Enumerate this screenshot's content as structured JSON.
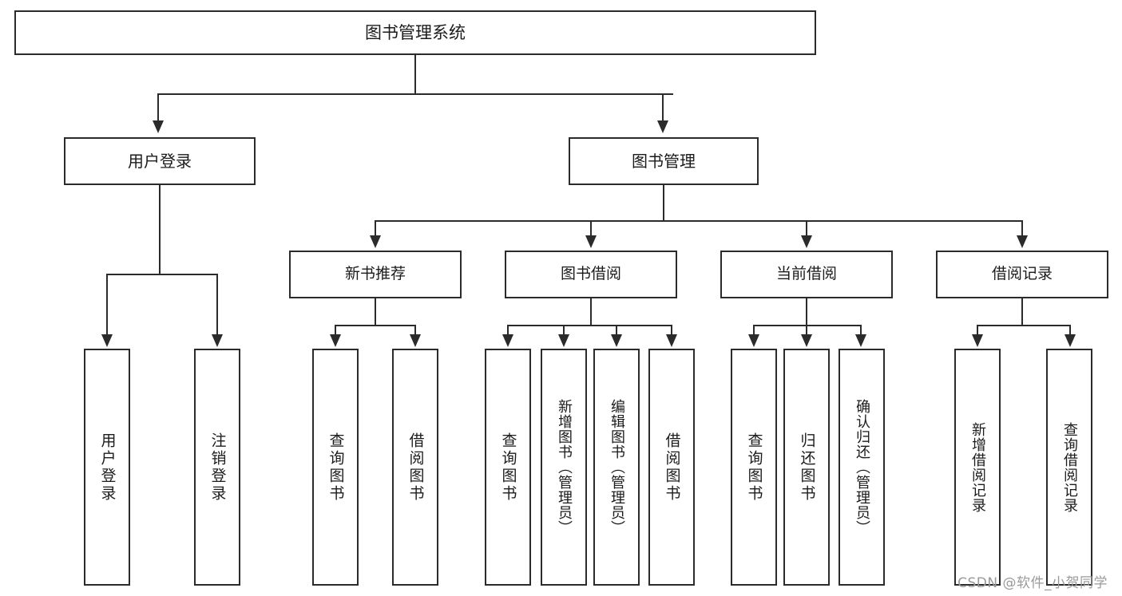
{
  "diagram": {
    "type": "tree",
    "title": "图书管理系统",
    "root": {
      "label": "图书管理系统"
    },
    "level1": [
      {
        "label": "用户登录"
      },
      {
        "label": "图书管理"
      }
    ],
    "level2": [
      {
        "label": "新书推荐"
      },
      {
        "label": "图书借阅"
      },
      {
        "label": "当前借阅"
      },
      {
        "label": "借阅记录"
      }
    ],
    "leaves": {
      "user_login": [
        {
          "label": "用户登录"
        },
        {
          "label": "注销登录"
        }
      ],
      "new_book_recommend": [
        {
          "label": "查询图书"
        },
        {
          "label": "借阅图书"
        }
      ],
      "book_borrow": [
        {
          "label": "查询图书"
        },
        {
          "label": "新增图书（管理员）"
        },
        {
          "label": "编辑图书（管理员）"
        },
        {
          "label": "借阅图书"
        }
      ],
      "current_borrow": [
        {
          "label": "查询图书"
        },
        {
          "label": "归还图书"
        },
        {
          "label": "确认归还（管理员）"
        }
      ],
      "borrow_record": [
        {
          "label": "新增借阅记录"
        },
        {
          "label": "查询借阅记录"
        }
      ]
    }
  },
  "watermark": {
    "text": "CSDN @软件_小贺同学"
  },
  "colors": {
    "stroke": "#2b2b2b",
    "background": "#ffffff",
    "text": "#1b1b1b",
    "watermark": "#9a9a9a"
  }
}
